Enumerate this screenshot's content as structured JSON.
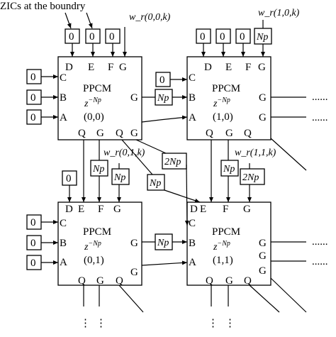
{
  "caption": "ZICs at the boundry",
  "module_name": "PPCM",
  "delay_label": "z^{-Np}",
  "delay_main": "z",
  "delay_sup": "−Np",
  "ports": {
    "D": "D",
    "E": "E",
    "F": "F",
    "G": "G",
    "A": "A",
    "B": "B",
    "C": "C",
    "Q": "Q"
  },
  "modules": [
    {
      "id": "m00",
      "coord": "(0,0)"
    },
    {
      "id": "m10",
      "coord": "(1,0)"
    },
    {
      "id": "m01",
      "coord": "(0,1)"
    },
    {
      "id": "m11",
      "coord": "(1,1)"
    }
  ],
  "zero": "0",
  "np": "Np",
  "np2": "2Np",
  "weights": {
    "w000": "w_r(0,0,k)",
    "w100": "w_r(1,0,k)",
    "w010": "w_r(0,1,k)",
    "w110": "w_r(1,1,k)"
  },
  "dots": "......",
  "vdots": "⋮"
}
